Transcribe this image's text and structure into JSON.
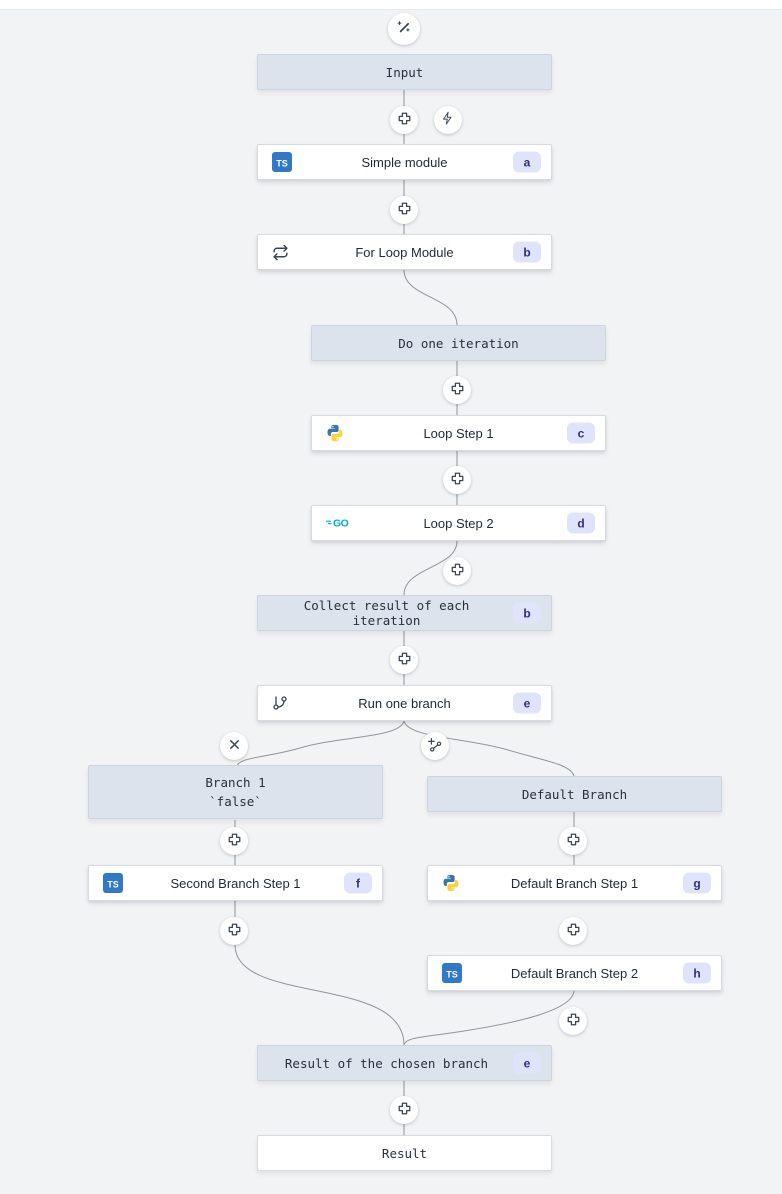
{
  "colors": {
    "canvas_bg": "#f2f3f5",
    "topbar_bg": "#ffffff",
    "virtual_node_bg": "#dce3ec",
    "module_node_bg": "#ffffff",
    "badge_bg": "#e0e4fb",
    "badge_text": "#312e81",
    "edge": "#8f949c",
    "typescript_blue": "#3178c6",
    "python_blue": "#3776ab",
    "python_yellow": "#ffd43b",
    "go_cyan": "#00acd7"
  },
  "icons": {
    "trigger": "wand-sparkles-icon",
    "add_step": "plus-icon",
    "schedule": "zap-icon",
    "for_loop": "repeat-icon",
    "branch": "git-branch-icon",
    "remove_branch": "x-icon",
    "add_branch": "git-branch-plus-icon",
    "ts_label": "TS",
    "go_label": "GO"
  },
  "flow": {
    "input": {
      "label": "Input"
    },
    "simple_module": {
      "label": "Simple module",
      "badge": "a",
      "language": "typescript"
    },
    "for_loop_module": {
      "label": "For Loop Module",
      "badge": "b"
    },
    "do_one_iteration": {
      "label": "Do one iteration"
    },
    "loop_step_1": {
      "label": "Loop Step 1",
      "badge": "c",
      "language": "python"
    },
    "loop_step_2": {
      "label": "Loop Step 2",
      "badge": "d",
      "language": "go"
    },
    "collect_result": {
      "label": "Collect result of each iteration",
      "badge": "b"
    },
    "run_one_branch": {
      "label": "Run one branch",
      "badge": "e"
    },
    "branch_1": {
      "label": "Branch 1",
      "sublabel": "`false`"
    },
    "default_branch": {
      "label": "Default Branch"
    },
    "second_branch_step_1": {
      "label": "Second Branch Step 1",
      "badge": "f",
      "language": "typescript"
    },
    "default_branch_step_1": {
      "label": "Default Branch Step 1",
      "badge": "g",
      "language": "python"
    },
    "default_branch_step_2": {
      "label": "Default Branch Step 2",
      "badge": "h",
      "language": "typescript"
    },
    "result_of_chosen_branch": {
      "label": "Result of the chosen branch",
      "badge": "e"
    },
    "result": {
      "label": "Result"
    }
  }
}
